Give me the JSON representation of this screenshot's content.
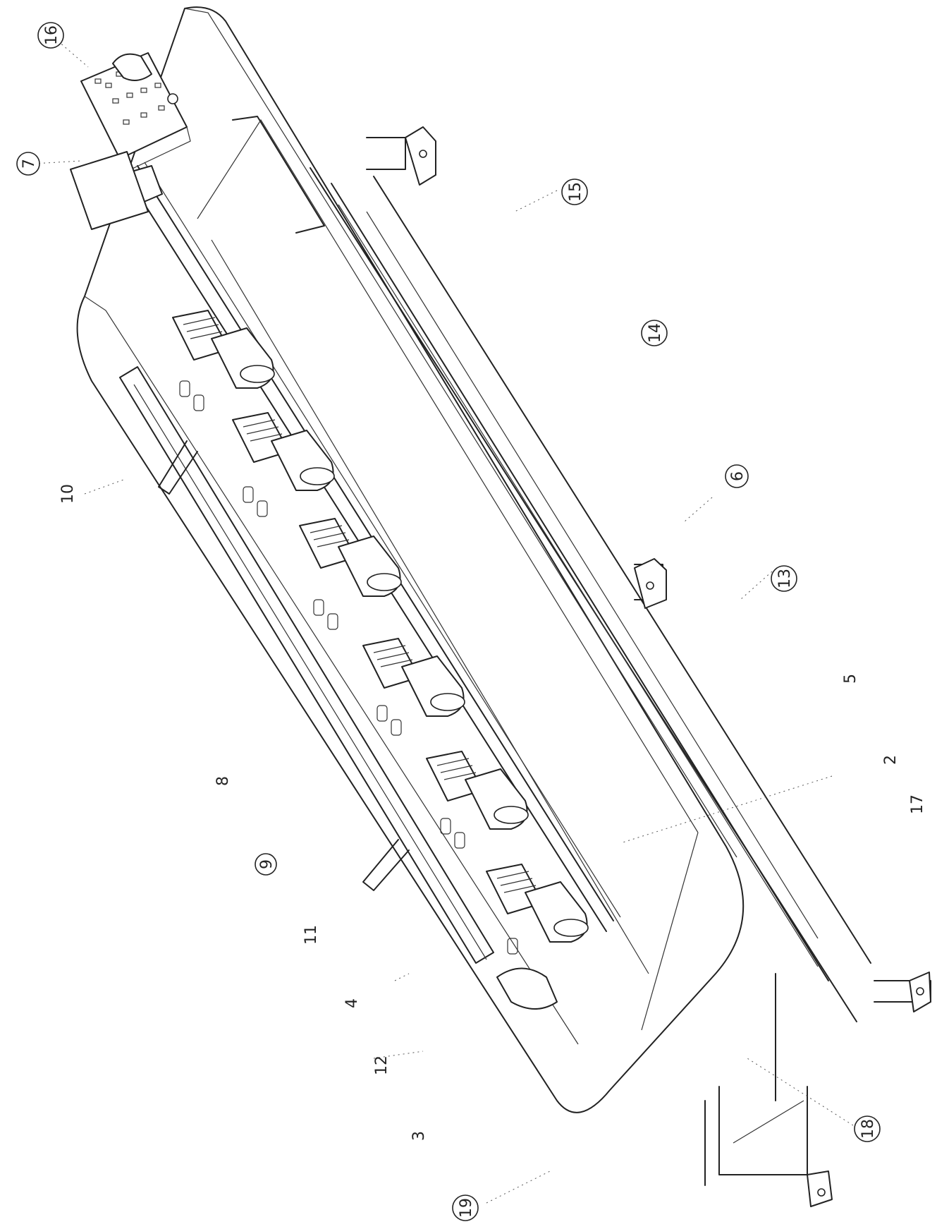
{
  "labels": {
    "l16": "16",
    "l7": "7",
    "l15": "15",
    "l14": "14",
    "l10": "10",
    "l6": "6",
    "l13": "13",
    "l5": "5",
    "l8": "8",
    "l2": "2",
    "l9": "9",
    "l17": "17",
    "l11": "11",
    "l4": "4",
    "l12": "12",
    "l3": "3",
    "l18": "18",
    "l19": "19"
  },
  "icons": {
    "control_panel": "control-panel-icon",
    "sewing_head": "sewing-head-icon",
    "frame_handle": "frame-handle-icon",
    "mounting_bracket": "mounting-bracket-icon"
  },
  "colors": {
    "line": "#222222",
    "background": "#ffffff"
  }
}
